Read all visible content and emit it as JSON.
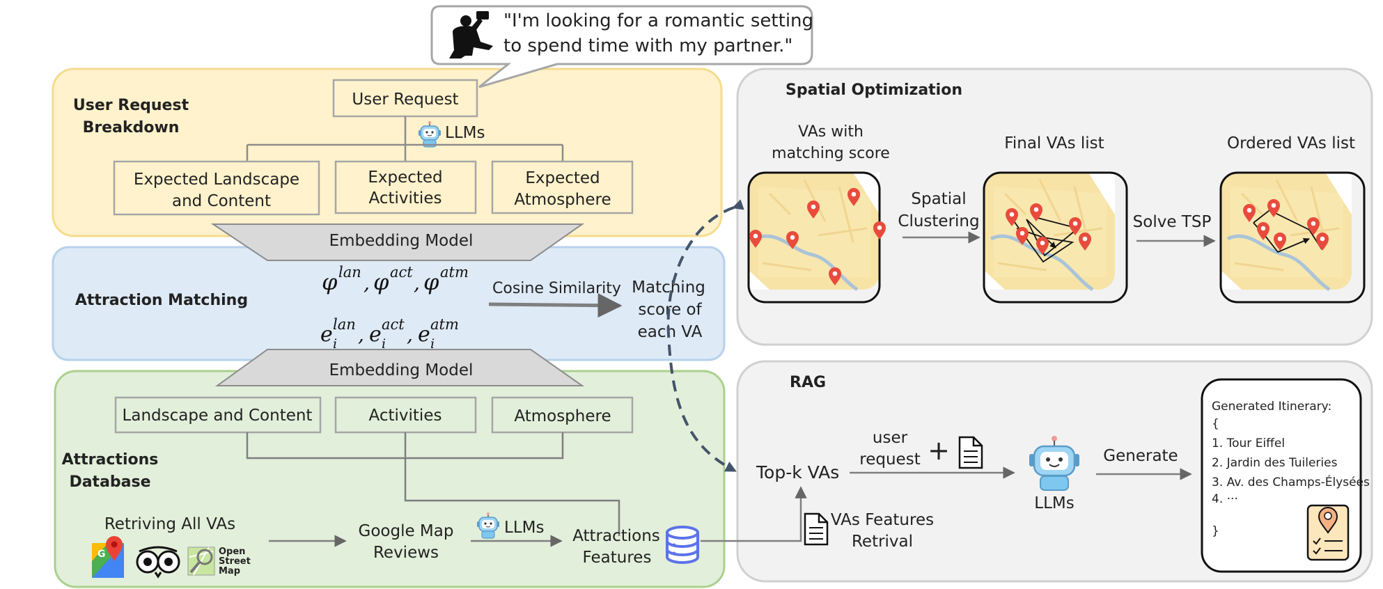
{
  "quote": {
    "line1": "\"I'm looking for a romantic setting",
    "line2": "to spend time with my partner.\""
  },
  "breakdown": {
    "title_line1": "User Request",
    "title_line2": "Breakdown",
    "user_request": "User Request",
    "llms": "LLMs",
    "landscape_line1": "Expected Landscape",
    "landscape_line2": "and Content",
    "activities_line1": "Expected",
    "activities_line2": "Activities",
    "atmosphere_line1": "Expected",
    "atmosphere_line2": "Atmosphere",
    "embedding": "Embedding Model"
  },
  "matching": {
    "title": "Attraction Matching",
    "phi_symbol": "φ",
    "e_symbol": "e",
    "i_sub": "i",
    "sup_lan": "lan",
    "sup_act": "act",
    "sup_atm": "atm",
    "comma": ",",
    "cosine": "Cosine Similarity",
    "score_line1": "Matching",
    "score_line2": "score of",
    "score_line3": "each VA",
    "embedding": "Embedding Model"
  },
  "database": {
    "title_line1": "Attractions",
    "title_line2": "Database",
    "landscape": "Landscape and Content",
    "activities": "Activities",
    "atmosphere": "Atmosphere",
    "retrieving": "Retriving All VAs",
    "google_line1": "Google Map",
    "google_line2": "Reviews",
    "llms": "LLMs",
    "features_line1": "Attractions",
    "features_line2": "Features",
    "osm_line1": "Open",
    "osm_line2": "Street",
    "osm_line3": "Map"
  },
  "spatial": {
    "title": "Spatial Optimization",
    "vas_line1": "VAs with",
    "vas_line2": "matching score",
    "final": "Final VAs list",
    "ordered": "Ordered VAs list",
    "clustering_line1": "Spatial",
    "clustering_line2": "Clustering",
    "tsp": "Solve TSP"
  },
  "rag": {
    "title": "RAG",
    "topk": "Top-k VAs",
    "user_line1": "user",
    "user_line2": "request",
    "plus": "+",
    "llms": "LLMs",
    "generate": "Generate",
    "features_line1": "VAs Features",
    "features_line2": "Retrival",
    "itinerary": {
      "title": "Generated Itinerary:",
      "open": "{",
      "items": [
        "1. Tour Eiffel",
        "2. Jardin des Tuileries",
        "3. Av. des Champs-Élysées",
        "4. ···"
      ],
      "close": "}"
    }
  },
  "colors": {
    "yellow_fill": "#FFF2CC",
    "yellow_stroke": "#F6DC8C",
    "blue_fill": "#DEEAF6",
    "blue_stroke": "#B7D1EC",
    "green_fill": "#E2EFDA",
    "green_stroke": "#A9D18E",
    "gray_fill": "#F2F2F2",
    "gray_stroke": "#D0D0D0",
    "pin_red": "#E84B3C",
    "dashed_arrow": "#44546A",
    "robot_blue": "#7EC8F0",
    "db_blue": "#5B73E8"
  },
  "icons": [
    "person-icon",
    "robot-icon",
    "google-maps-icon",
    "tripadvisor-icon",
    "openstreetmap-icon",
    "database-icon",
    "document-icon",
    "itinerary-icon",
    "map-pin-icon"
  ]
}
